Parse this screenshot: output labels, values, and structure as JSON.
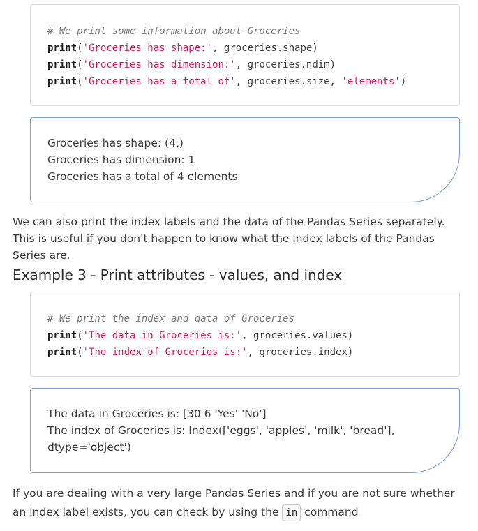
{
  "code_block_1": {
    "comment": "# We print some information about Groceries",
    "lines": [
      {
        "fn": "print",
        "open": "(",
        "str": "'Groceries has shape:'",
        "rest": ", groceries.shape)"
      },
      {
        "fn": "print",
        "open": "(",
        "str": "'Groceries has dimension:'",
        "rest": ", groceries.ndim)"
      },
      {
        "fn": "print",
        "open": "(",
        "str": "'Groceries has a total of'",
        "mid": ", groceries.size, ",
        "str2": "'elements'",
        "rest": ")"
      }
    ]
  },
  "output_block_1": {
    "lines": [
      "Groceries has shape: (4,)",
      "Groceries has dimension: 1",
      "Groceries has a total of 4 elements"
    ]
  },
  "paragraph_1": "We can also print the index labels and the data of the Pandas Series separately. This is useful if you don't happen to know what the index labels of the Pandas Series are.",
  "heading_example_3": "Example 3 - Print attributes - values, and index",
  "code_block_2": {
    "comment": "# We print the index and data of Groceries",
    "lines": [
      {
        "fn": "print",
        "open": "(",
        "str": "'The data in Groceries is:'",
        "rest": ", groceries.values)"
      },
      {
        "fn": "print",
        "open": "(",
        "str": "'The index of Groceries is:'",
        "rest": ", groceries.index)"
      }
    ]
  },
  "output_block_2": {
    "lines": [
      "The data in Groceries is: [30 6 'Yes' 'No']",
      "The index of Groceries is: Index(['eggs', 'apples', 'milk', 'bread'],",
      "dtype='object')"
    ]
  },
  "paragraph_2": {
    "text_before": "If you are dealing with a very large Pandas Series and if you are not sure whether an index label exists, you can check by using the ",
    "inline_code": "in",
    "text_after": " command"
  }
}
